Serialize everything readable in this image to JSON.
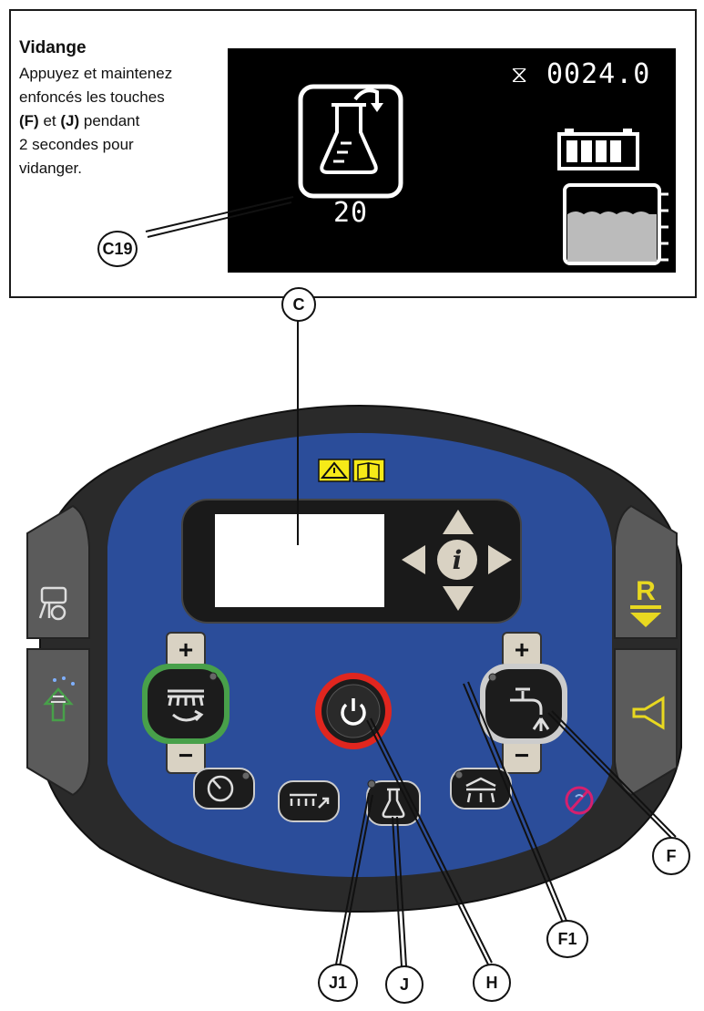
{
  "instruction": {
    "title": "Vidange",
    "line1": "Appuyez et maintenez",
    "line2": "enfoncés les touches",
    "key_f": "(F)",
    "and": "et",
    "key_j": "(J)",
    "line3_end": "pendant",
    "line4": "2 secondes pour",
    "line5": "vidanger."
  },
  "screen": {
    "hour_icon": "hourglass-icon",
    "hour_meter": "0024.0",
    "drain_value": "20"
  },
  "callouts": {
    "c19": "C19",
    "c": "C",
    "f": "F",
    "f1": "F1",
    "h": "H",
    "j": "J",
    "j1": "J1"
  },
  "panel": {
    "plus": "+",
    "minus": "−",
    "info": "i",
    "reverse_letter": "R"
  },
  "colors": {
    "panel_blue": "#2b4d9a",
    "bezel": "#2a2a2a",
    "warning_yellow": "#f6ea18",
    "brush_ring_green": "#48a04a",
    "power_ring_red": "#e0261f",
    "horn_yellow": "#e8d820",
    "no_sign_pink": "#d6206e"
  }
}
